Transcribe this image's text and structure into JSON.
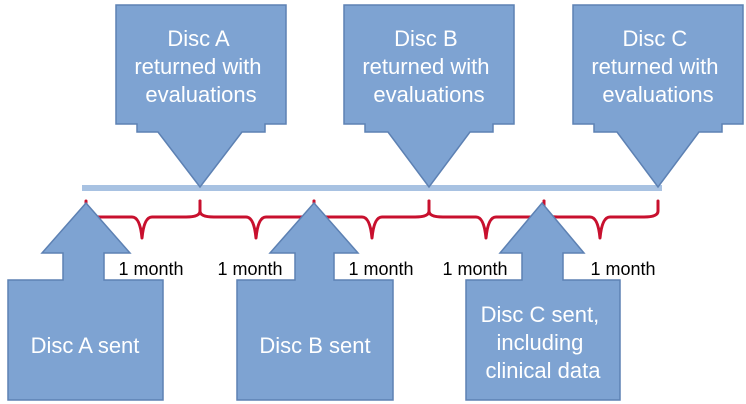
{
  "returned": [
    {
      "lines": [
        "Disc A",
        "returned with",
        "evaluations"
      ]
    },
    {
      "lines": [
        "Disc B",
        "returned with",
        "evaluations"
      ]
    },
    {
      "lines": [
        "Disc C",
        "returned with",
        "evaluations"
      ]
    }
  ],
  "sent": [
    {
      "lines": [
        "Disc A sent"
      ]
    },
    {
      "lines": [
        "Disc B sent"
      ]
    },
    {
      "lines": [
        "Disc C sent,",
        "including",
        "clinical data"
      ]
    }
  ],
  "intervals": [
    "1 month",
    "1 month",
    "1 month",
    "1 month",
    "1 month"
  ],
  "colors": {
    "box_fill": "#7EA3D2",
    "box_stroke": "#5D81B3",
    "timeline": "#A8C2E2",
    "brace": "#C8102E"
  }
}
